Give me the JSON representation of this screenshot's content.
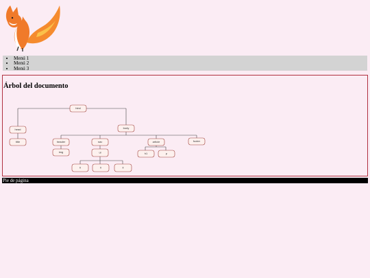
{
  "logo": {
    "icon": "fox-logo-icon"
  },
  "nav": {
    "items": [
      "Menú 1",
      "Menú 2",
      "Menú 3"
    ]
  },
  "main": {
    "title": "Árbol del documento",
    "tree": {
      "html": "html",
      "head": "head",
      "title": "title",
      "body": "body",
      "header": "header",
      "img": "img",
      "nav": "nav",
      "ul": "ul",
      "li1": "li",
      "li2": "li",
      "li3": "li",
      "article": "article",
      "h1": "h1",
      "p": "p",
      "footer": "footer"
    }
  },
  "footer": {
    "text": "Pie de página"
  },
  "colors": {
    "background": "#fbecf4",
    "nav": "#d3d3d3",
    "border": "#b0303f",
    "footer": "#000000"
  }
}
